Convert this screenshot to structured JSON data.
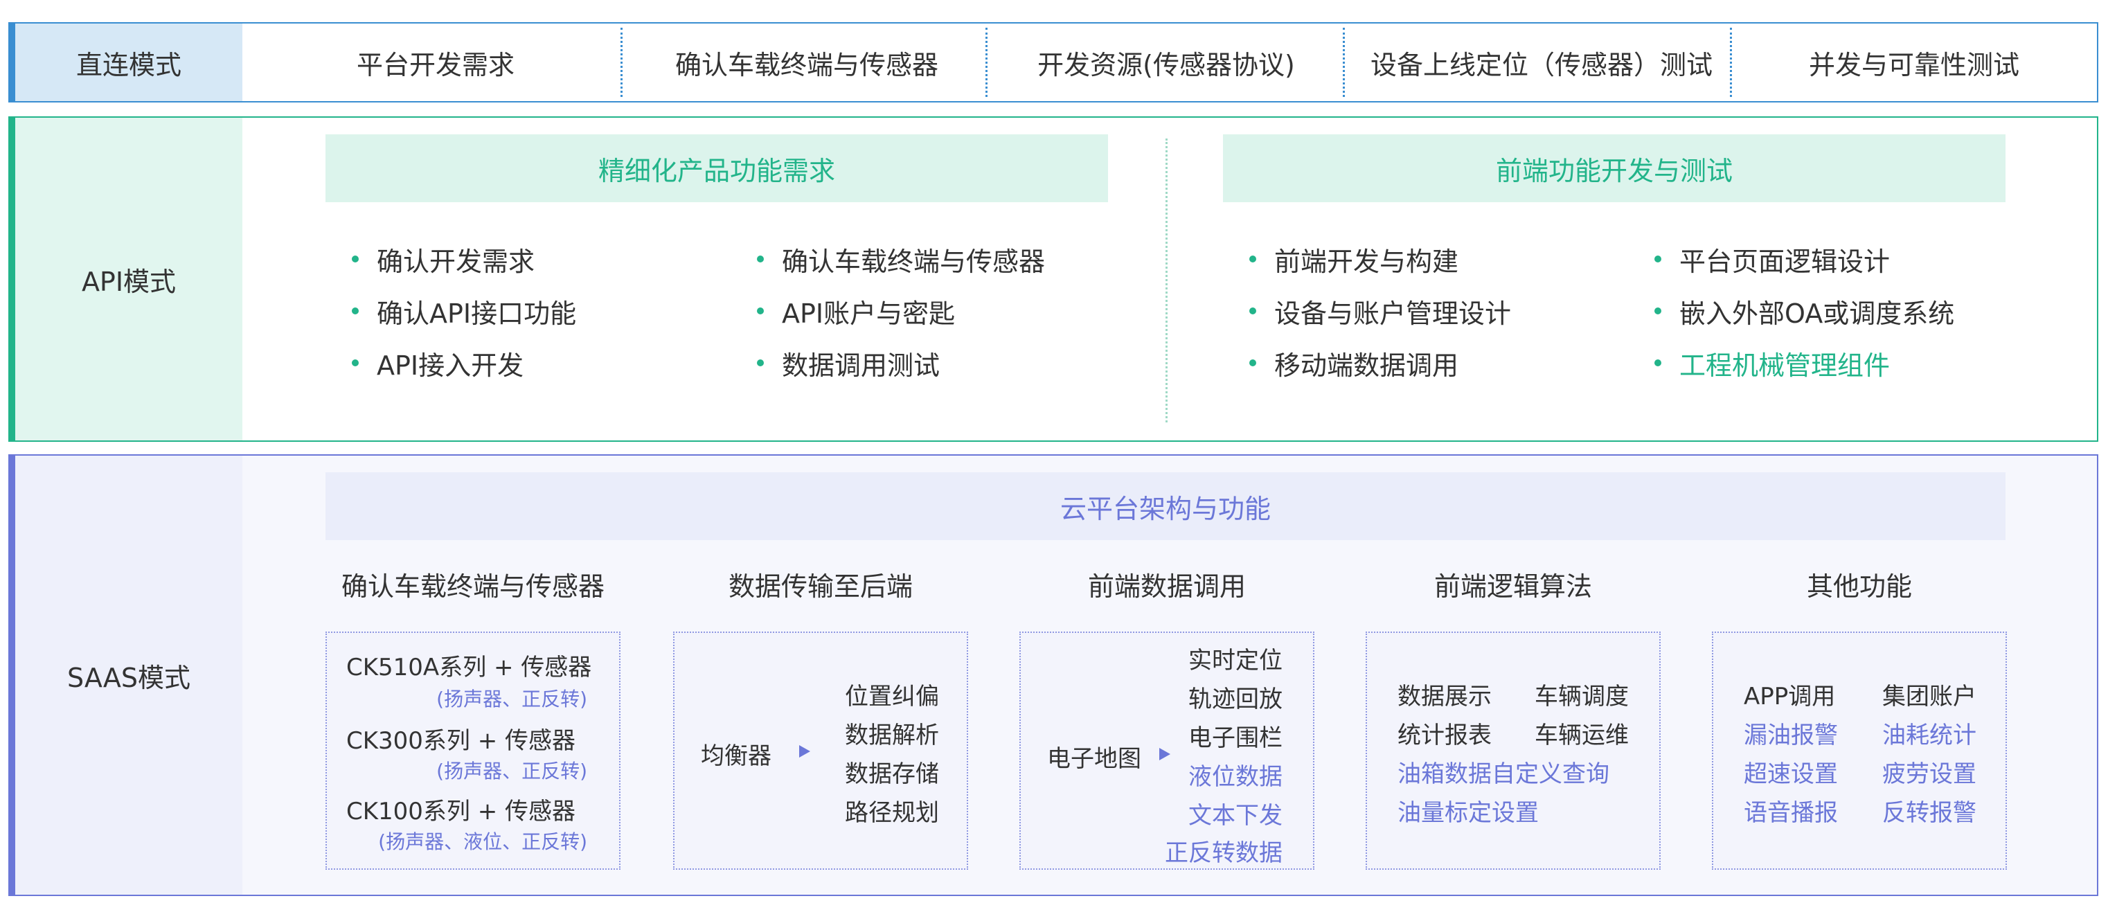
{
  "colors": {
    "direct_accent": "#3a8ed1",
    "api_accent": "#22b48a",
    "saas_accent": "#6b77d8"
  },
  "direct": {
    "label": "直连模式",
    "steps": [
      "平台开发需求",
      "确认车载终端与传感器",
      "开发资源(传感器协议)",
      "设备上线定位（传感器）测试",
      "并发与可靠性测试"
    ]
  },
  "api": {
    "label": "API模式",
    "left": {
      "header": "精细化产品功能需求",
      "col1": [
        "确认开发需求",
        "确认API接口功能",
        "API接入开发"
      ],
      "col2": [
        "确认车载终端与传感器",
        "API账户与密匙",
        "数据调用测试"
      ]
    },
    "right": {
      "header": "前端功能开发与测试",
      "col1": [
        "前端开发与构建",
        "设备与账户管理设计",
        "移动端数据调用"
      ],
      "col2": [
        "平台页面逻辑设计",
        "嵌入外部OA或调度系统",
        "工程机械管理组件"
      ]
    }
  },
  "saas": {
    "label": "SAAS模式",
    "header": "云平台架构与功能",
    "columns": [
      {
        "title": "确认车载终端与传感器",
        "items": [
          {
            "main": "CK510A系列 + 传感器",
            "note": "(扬声器、正反转)"
          },
          {
            "main": "CK300系列 + 传感器",
            "note": "(扬声器、正反转)"
          },
          {
            "main": "CK100系列 + 传感器",
            "note": "(扬声器、液位、正反转)"
          }
        ]
      },
      {
        "title": "数据传输至后端",
        "source": "均衡器",
        "targets": [
          "位置纠偏",
          "数据解析",
          "数据存储",
          "路径规划"
        ]
      },
      {
        "title": "前端数据调用",
        "source": "电子地图",
        "targets": [
          "实时定位",
          "轨迹回放",
          "电子围栏",
          "液位数据",
          "文本下发",
          "正反转数据"
        ]
      },
      {
        "title": "前端逻辑算法",
        "items": [
          "数据展示",
          "车辆调度",
          "统计报表",
          "车辆运维",
          "油箱数据自定义查询",
          "油量标定设置"
        ]
      },
      {
        "title": "其他功能",
        "items": [
          "APP调用",
          "集团账户",
          "漏油报警",
          "油耗统计",
          "超速设置",
          "疲劳设置",
          "语音播报",
          "反转报警"
        ]
      }
    ]
  }
}
